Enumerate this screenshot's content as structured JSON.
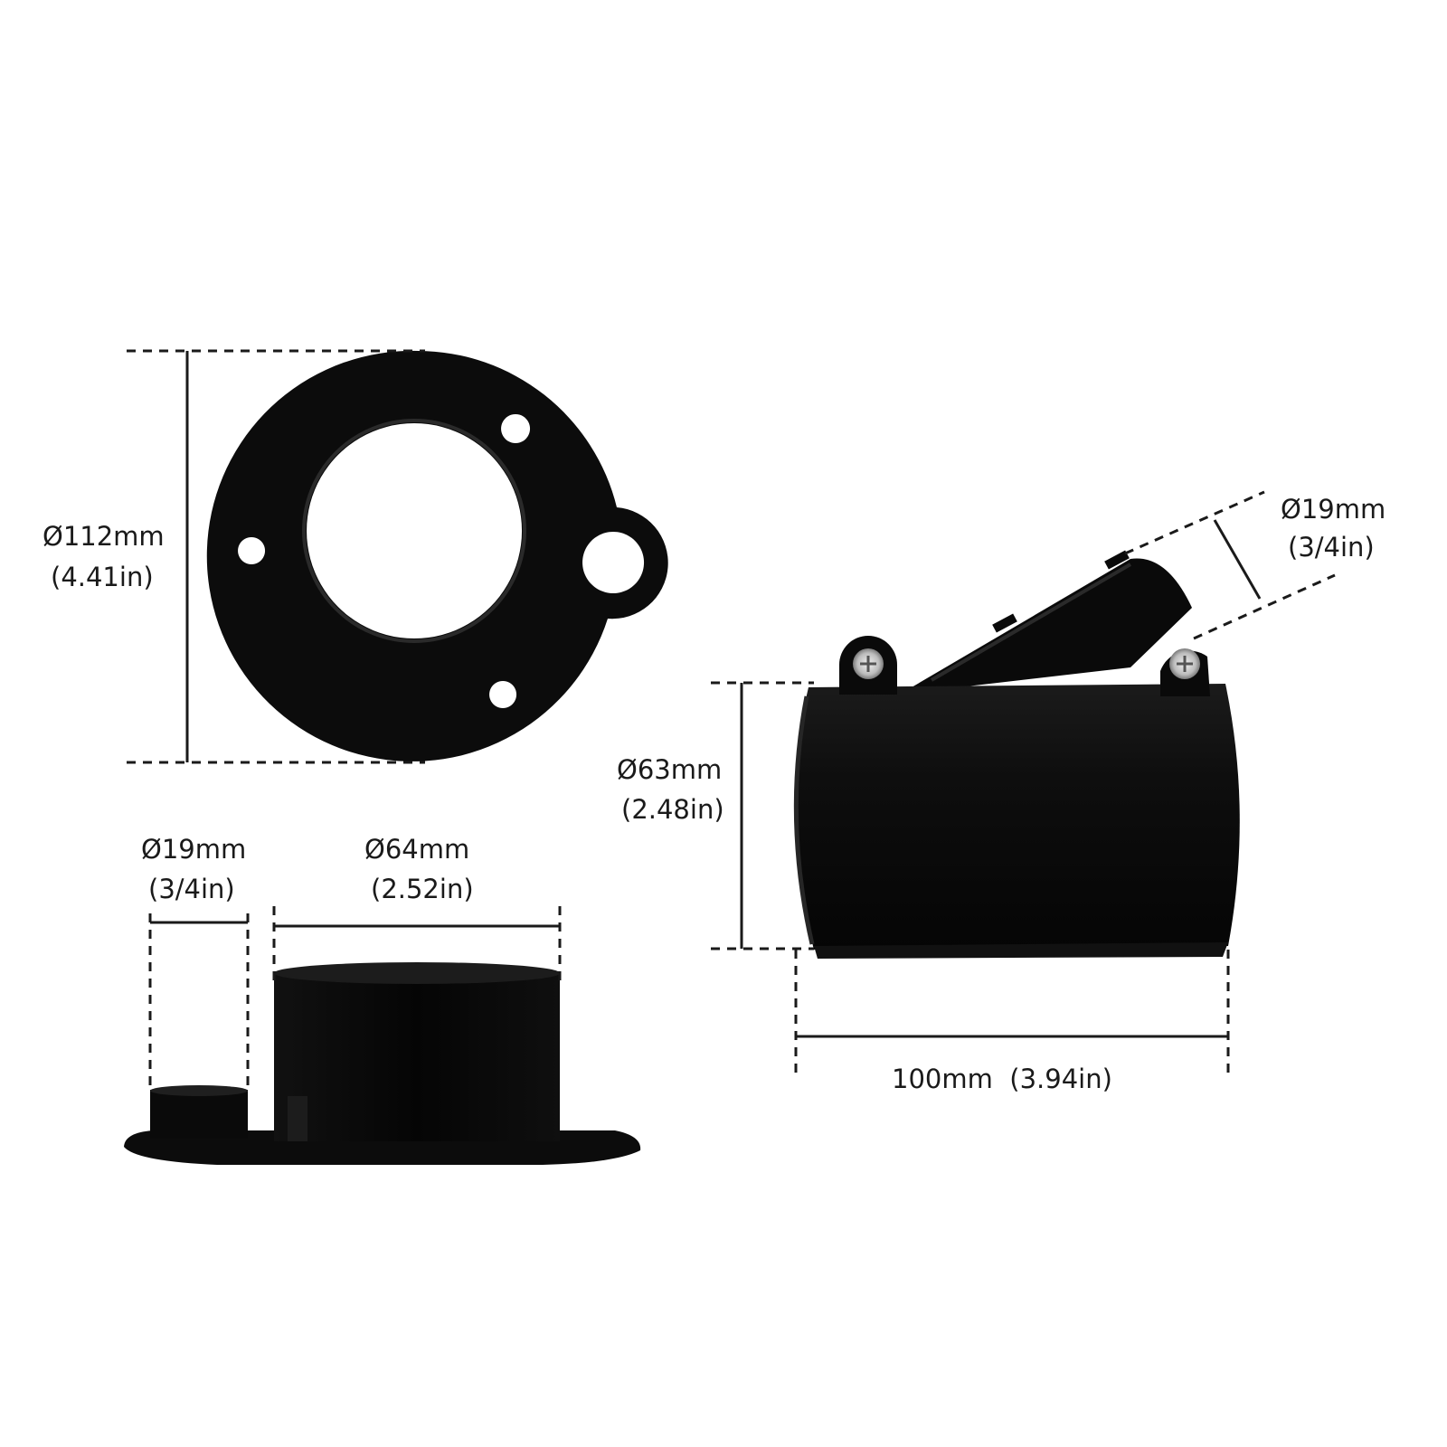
{
  "flange_top": {
    "dia_mm": "Ø112mm",
    "dia_in": "(4.41in)"
  },
  "flange_side": {
    "small_dia_mm": "Ø19mm",
    "small_dia_in": "(3/4in)",
    "big_dia_mm": "Ø64mm",
    "big_dia_in": "(2.52in)"
  },
  "tube": {
    "branch_dia_mm": "Ø19mm",
    "branch_dia_in": "(3/4in)",
    "dia_mm": "Ø63mm",
    "dia_in": "(2.48in)",
    "length": "100mm  (3.94in)"
  },
  "colors": {
    "part": "#0c0c0c",
    "line": "#1a1a1a",
    "highlight": "#2a2a2a",
    "background": "#ffffff"
  }
}
